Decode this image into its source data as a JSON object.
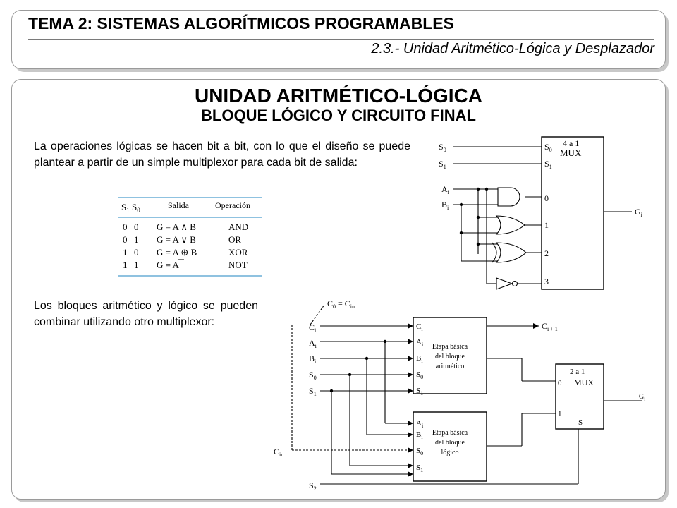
{
  "header": {
    "title": "TEMA 2: SISTEMAS ALGORÍTMICOS PROGRAMABLES",
    "subtitle": "2.3.- Unidad Aritmético-Lógica y Desplazador"
  },
  "content": {
    "title": "UNIDAD ARITMÉTICO-LÓGICA",
    "subtitle": "BLOQUE LÓGICO Y CIRCUITO FINAL",
    "paragraph1": "La operaciones lógicas se hacen bit a bit, con lo que el diseño se puede plantear a partir de un simple multiplexor para cada bit de salida:",
    "paragraph2": "Los bloques aritmético y lógico se pueden combinar utilizando otro multiplexor:"
  },
  "truth_table": {
    "headers": [
      "S1 S0",
      "Salida",
      "Operación"
    ],
    "rows": [
      {
        "s1": "0",
        "s0": "0",
        "out": "G = A ∧ B",
        "op": "AND"
      },
      {
        "s1": "0",
        "s0": "1",
        "out": "G = A ∨ B",
        "op": "OR"
      },
      {
        "s1": "1",
        "s0": "0",
        "out": "G = A ⊕ B",
        "op": "XOR"
      },
      {
        "s1": "1",
        "s0": "1",
        "out": "G = A",
        "op": "NOT"
      }
    ]
  },
  "mux_figure": {
    "mux_label": "4 a 1",
    "mux_name": "MUX",
    "inputs": [
      "S0",
      "S1",
      "Ai",
      "Bi"
    ],
    "ports": [
      "0",
      "1",
      "2",
      "3"
    ],
    "output": "Gi"
  },
  "combined_figure": {
    "carry_in_eq": "C0 = Cin",
    "arith_block": [
      "Etapa básica",
      "del bloque",
      "aritmético"
    ],
    "logic_block": [
      "Etapa básica",
      "del bloque",
      "lógico"
    ],
    "mux_label": "2 a 1",
    "mux_name": "MUX",
    "carry_out": "Ci + 1",
    "output": "Gi",
    "select": "S2",
    "cin": "Cin"
  }
}
